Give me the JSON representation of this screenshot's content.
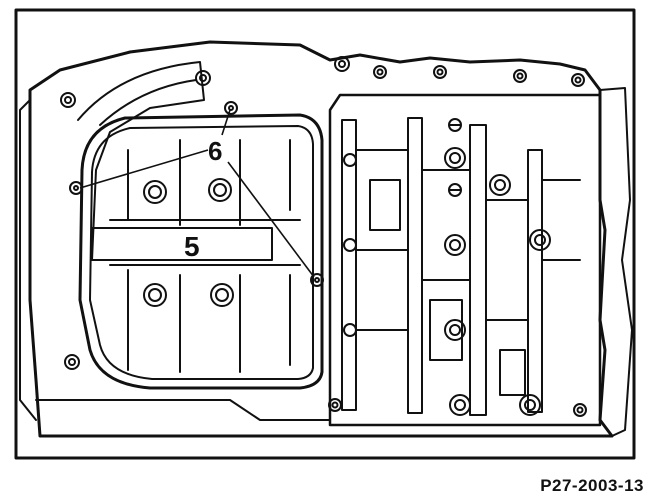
{
  "diagram": {
    "callouts": [
      {
        "id": "part-5",
        "label": "5"
      },
      {
        "id": "part-6",
        "label": "6"
      }
    ],
    "reference_code": "P27-2003-13",
    "colors": {
      "ink": "#111111",
      "paper": "#ffffff"
    }
  }
}
